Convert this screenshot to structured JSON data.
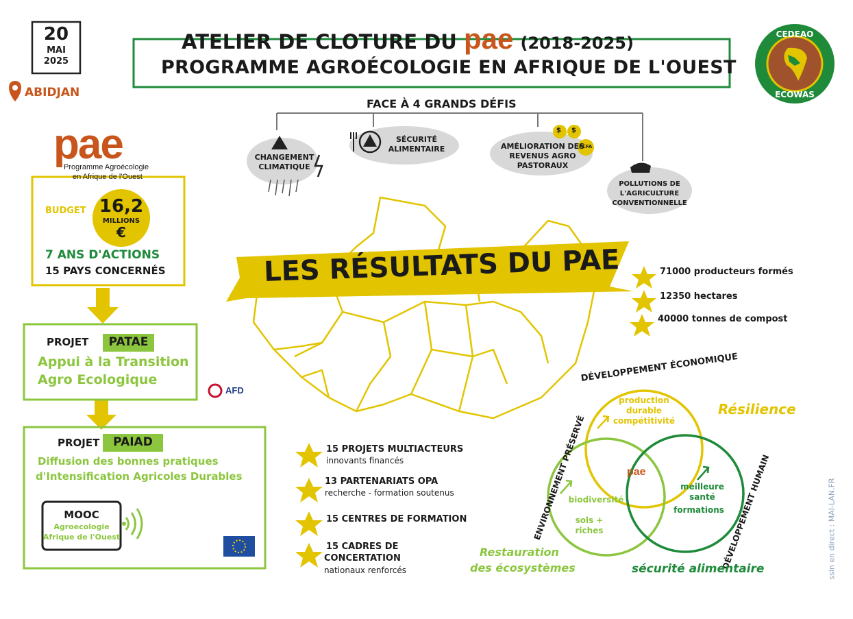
{
  "date": {
    "day": "20",
    "month": "MAI",
    "year": "2025"
  },
  "location": "ABIDJAN",
  "header": {
    "line1_pre": "ATELIER DE CLOTURE DU",
    "brand": "pae",
    "years": "(2018-2025)",
    "line2": "PROGRAMME AGROÉCOLOGIE EN AFRIQUE DE L'OUEST"
  },
  "ecowas": {
    "top": "CEDEAO",
    "bottom": "ECOWAS"
  },
  "challenges": {
    "title": "FACE À 4 GRANDS DÉFIS",
    "items": [
      "CHANGEMENT CLIMATIQUE",
      "SÉCURITÉ ALIMENTAIRE",
      "AMÉLIORATION DES REVENUS AGRO PASTORAUX",
      "POLLUTIONS DE L'AGRICULTURE CONVENTIONNELLE"
    ],
    "currency": [
      "$",
      "$",
      "FCFA"
    ]
  },
  "pae_logo": {
    "word": "pae",
    "sub1": "Programme Agroécologie",
    "sub2": "en Afrique de l'Ouest"
  },
  "budget": {
    "label": "BUDGET",
    "amount": "16,2",
    "unit": "MILLIONS",
    "currency": "€",
    "years": "7 ANS D'ACTIONS",
    "countries": "15 PAYS CONCERNÉS"
  },
  "patae": {
    "prefix": "PROJET",
    "name": "PATAE",
    "desc1": "Appui à la Transition",
    "desc2": "Agro Ecologique",
    "partner": "AFD"
  },
  "paiad": {
    "prefix": "PROJET",
    "name": "PAIAD",
    "desc1": "Diffusion des bonnes pratiques",
    "desc2": "d'Intensification Agricoles Durables",
    "mooc_title": "MOOC",
    "mooc_sub1": "Agroecologie",
    "mooc_sub2": "Afrique de l'Ouest"
  },
  "results_banner": "LES RÉSULTATS DU PAE",
  "results_right": [
    "71000 producteurs formés",
    "12350 hectares",
    "40000 tonnes de compost"
  ],
  "results_bottom": [
    {
      "l1": "15 PROJETS MULTIACTEURS",
      "l2": "innovants financés"
    },
    {
      "l1": "13 PARTENARIATS OPA",
      "l2": "recherche - formation soutenus"
    },
    {
      "l1": "15 CENTRES DE FORMATION",
      "l2": ""
    },
    {
      "l1": "15 CADRES DE",
      "l2": "CONCERTATION",
      "l3": "nationaux renforcés"
    }
  ],
  "venn": {
    "top_arc": "DÉVELOPPEMENT ÉCONOMIQUE",
    "left_arc": "ENVIRONNEMENT PRÉSERVÉ",
    "right_arc": "DÉVELOPPEMENT HUMAIN",
    "top_in": [
      "production",
      "durable",
      "compétitivité"
    ],
    "left_in": [
      "biodiversité",
      "sols +",
      "riches"
    ],
    "right_in": [
      "meilleure",
      "santé",
      "formations"
    ],
    "resilience": "Résilience",
    "restoration1": "Restauration",
    "restoration2": "des écosystèmes",
    "security": "sécurité alimentaire",
    "center": "pae"
  },
  "credit": "ssin en direct : MAI-LAN.FR",
  "colors": {
    "yellow": "#e2c400",
    "green": "#1e8a3a",
    "lightgreen": "#8cc63f",
    "brand_orange": "#c8551b"
  }
}
